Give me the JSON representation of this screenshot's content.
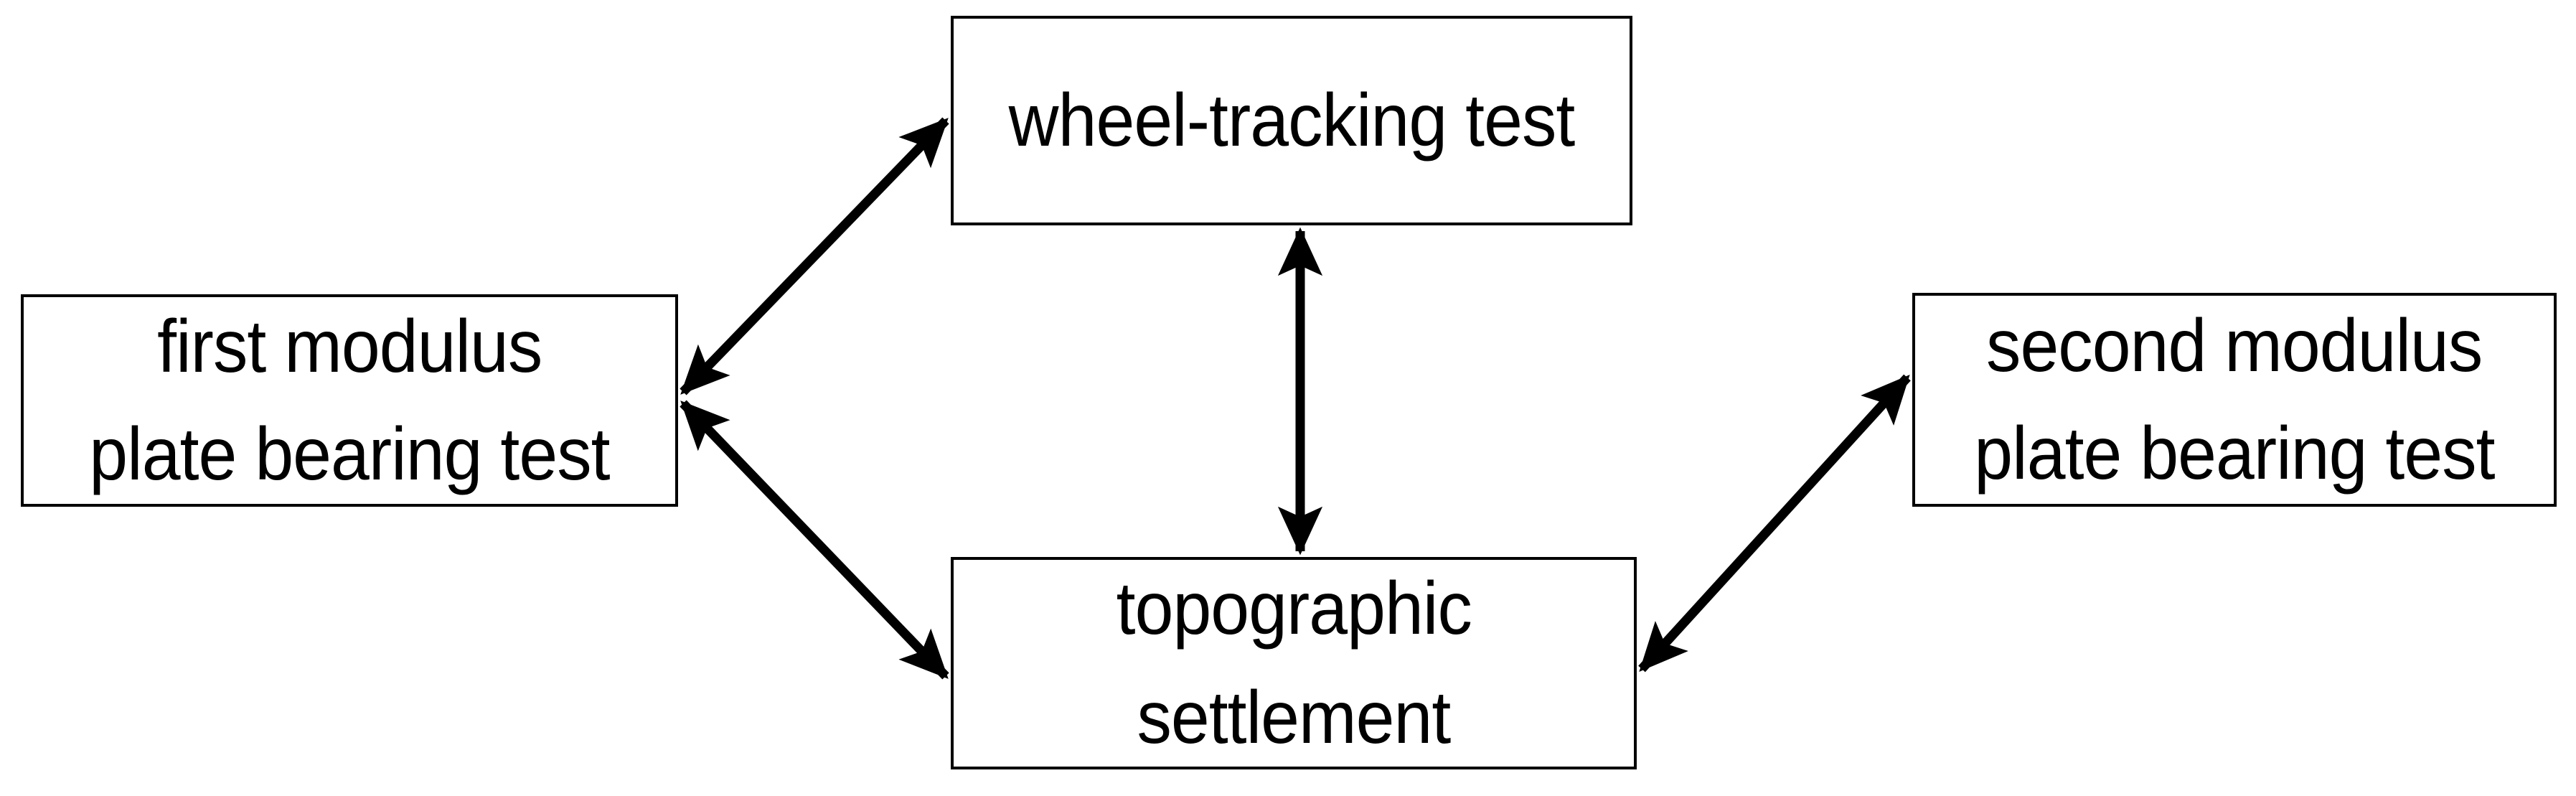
{
  "diagram": {
    "title": "",
    "background_color": "#ffffff",
    "line_color": "#000000",
    "text_color": "#000000",
    "nodes": [
      {
        "id": "first-modulus",
        "lines": [
          "first modulus",
          "plate bearing test"
        ],
        "line1": "first modulus",
        "line2": "plate bearing test",
        "shape": "rectangle"
      },
      {
        "id": "wheel-tracking",
        "lines": [
          "wheel-tracking test"
        ],
        "line1": "wheel-tracking test",
        "shape": "rectangle"
      },
      {
        "id": "topographic-settlement",
        "lines": [
          "topographic",
          "settlement"
        ],
        "line1": "topographic",
        "line2": "settlement",
        "shape": "rectangle"
      },
      {
        "id": "second-modulus",
        "lines": [
          "second modulus",
          "plate bearing test"
        ],
        "line1": "second modulus",
        "line2": "plate bearing test",
        "shape": "rectangle"
      }
    ],
    "edges": [
      {
        "id": "edge-first-modulus-wheel-tracking",
        "from": "first-modulus",
        "to": "wheel-tracking",
        "style": "double-arrow",
        "label": ""
      },
      {
        "id": "edge-first-modulus-topographic-settlement",
        "from": "first-modulus",
        "to": "topographic-settlement",
        "style": "double-arrow",
        "label": ""
      },
      {
        "id": "edge-wheel-tracking-topographic-settlement",
        "from": "wheel-tracking",
        "to": "topographic-settlement",
        "style": "double-arrow",
        "label": ""
      },
      {
        "id": "edge-topographic-settlement-second-modulus",
        "from": "topographic-settlement",
        "to": "second-modulus",
        "style": "double-arrow",
        "label": ""
      }
    ]
  }
}
